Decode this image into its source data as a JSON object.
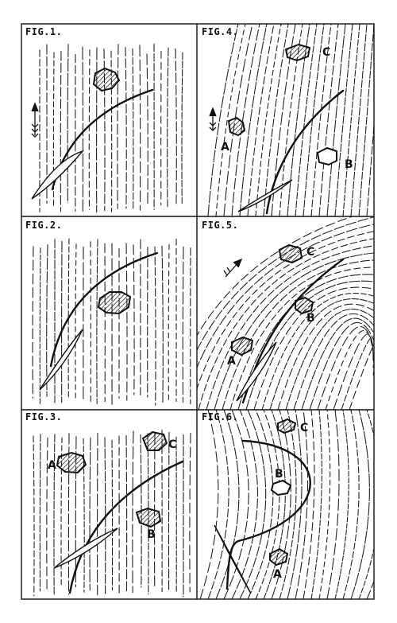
{
  "figures": [
    {
      "label": "FIG.1.",
      "objects": [],
      "arrow": true
    },
    {
      "label": "FIG.2.",
      "objects": [],
      "arrow": false
    },
    {
      "label": "FIG.3.",
      "objects": [
        "A",
        "B",
        "C"
      ],
      "arrow": false
    },
    {
      "label": "FIG.4.",
      "objects": [
        "A",
        "B",
        "C"
      ],
      "arrow": true
    },
    {
      "label": "FIG.5.",
      "objects": [
        "A",
        "B",
        "C"
      ],
      "arrow": true
    },
    {
      "label": "FIG.6.",
      "objects": [
        "A",
        "B",
        "C"
      ],
      "arrow": false
    }
  ],
  "colors": {
    "ink": "#111111",
    "paper": "#ffffff"
  }
}
